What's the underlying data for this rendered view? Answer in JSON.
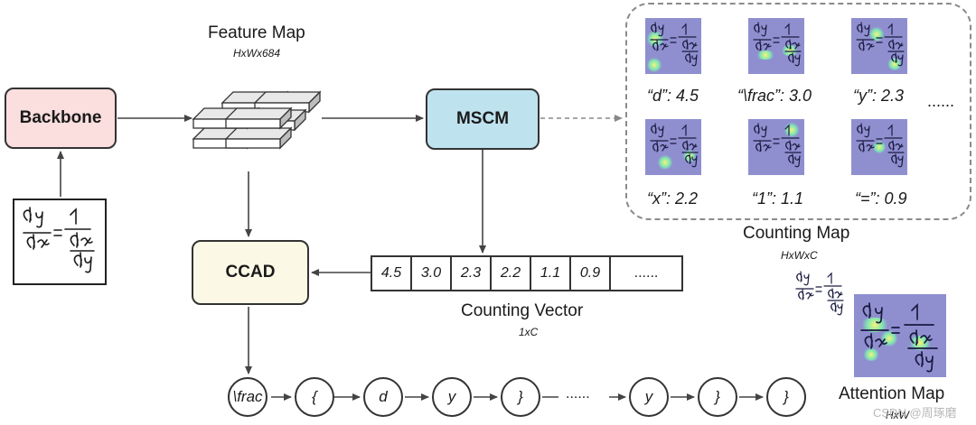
{
  "modules": {
    "backbone": "Backbone",
    "mscm": "MSCM",
    "ccad": "CCAD"
  },
  "colors": {
    "backbone_fill": "#fbdede",
    "mscm_fill": "#bfe2ef",
    "ccad_fill": "#fbf8e6",
    "heatmap_bg": "#8f8fd0"
  },
  "feature_map": {
    "title": "Feature Map",
    "shape": "HxWx684"
  },
  "counting_map": {
    "title": "Counting Map",
    "shape": "HxWxC",
    "items": [
      {
        "label": "“d”: 4.5"
      },
      {
        "label": "“\\frac”: 3.0"
      },
      {
        "label": "“y”: 2.3"
      },
      {
        "label": "“x”: 2.2"
      },
      {
        "label": "“1”: 1.1"
      },
      {
        "label": "“=”: 0.9"
      }
    ],
    "more": "......"
  },
  "counting_vector": {
    "title": "Counting Vector",
    "shape": "1xC",
    "values": [
      "4.5",
      "3.0",
      "2.3",
      "2.2",
      "1.1",
      "0.9",
      "......"
    ]
  },
  "attention_map": {
    "title": "Attention Map",
    "shape": "HxW"
  },
  "decoded_sequence": [
    "\\frac",
    "{",
    "d",
    "y",
    "}",
    "......",
    "y",
    "}",
    "}"
  ],
  "formula_icon": "handwritten-derivative-formula",
  "watermark": "CSDN @周琢磨"
}
